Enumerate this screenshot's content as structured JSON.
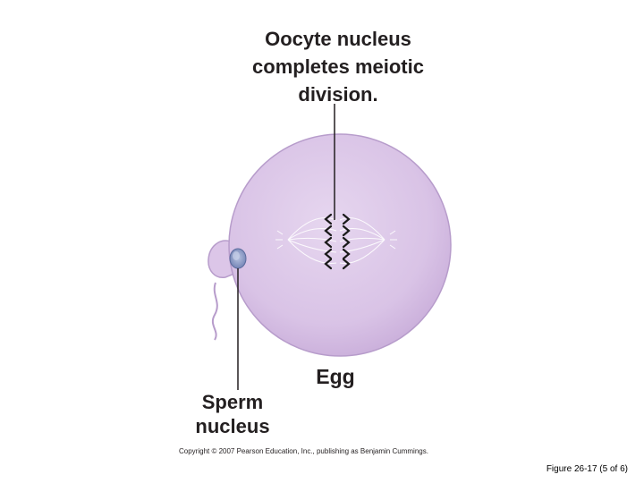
{
  "labels": {
    "oocyte": {
      "line1": "Oocyte nucleus",
      "line2": "completes meiotic",
      "line3": "division."
    },
    "egg": "Egg",
    "sperm": {
      "line1": "Sperm",
      "line2": "nucleus"
    }
  },
  "copyright": "Copyright © 2007 Pearson Education, Inc., publishing as Benjamin Cummings.",
  "caption": "Figure 26-17 (5 of 6)",
  "colors": {
    "egg_fill": "#dcc6e8",
    "egg_stroke": "#b79ccb",
    "sperm_fill": "#e6d8ef",
    "sperm_nucleus": "#9aa8cc",
    "leader_line": "#231f20",
    "chromosome": "#1a1a1a",
    "spindle": "#ffffff"
  }
}
